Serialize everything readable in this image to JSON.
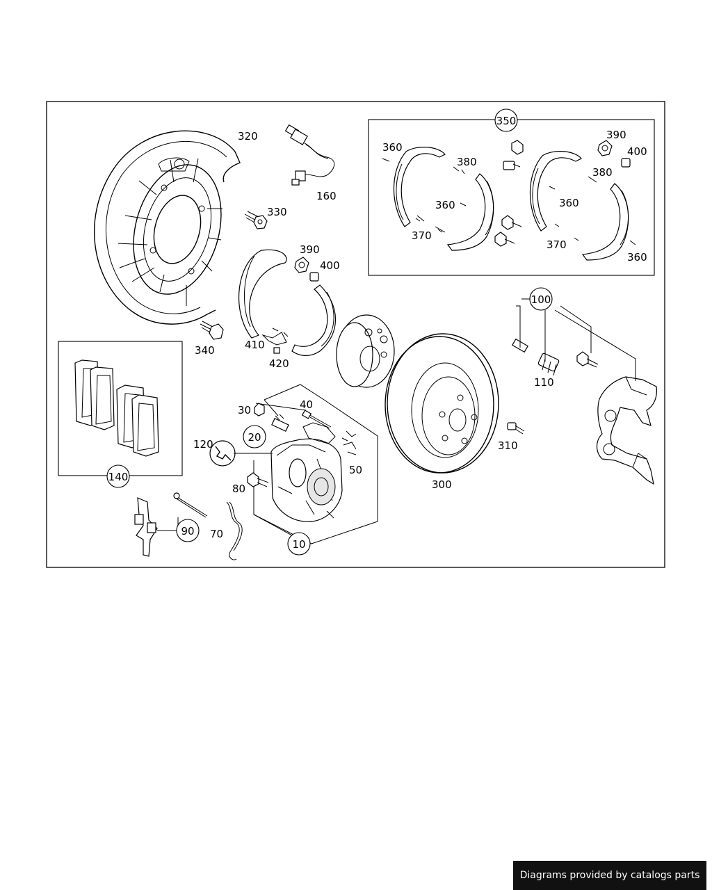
{
  "parts": {
    "p10": "10",
    "p20": "20",
    "p30": "30",
    "p40": "40",
    "p50": "50",
    "p70": "70",
    "p80": "80",
    "p90": "90",
    "p100": "100",
    "p110": "110",
    "p120": "120",
    "p140": "140",
    "p160": "160",
    "p300": "300",
    "p310": "310",
    "p320": "320",
    "p330": "330",
    "p340": "340",
    "p350": "350",
    "p360": "360",
    "p370": "370",
    "p380": "380",
    "p390": "390",
    "p400": "400",
    "p410": "410",
    "p420": "420"
  },
  "footer": {
    "credit": "Diagrams provided by catalogs parts"
  }
}
